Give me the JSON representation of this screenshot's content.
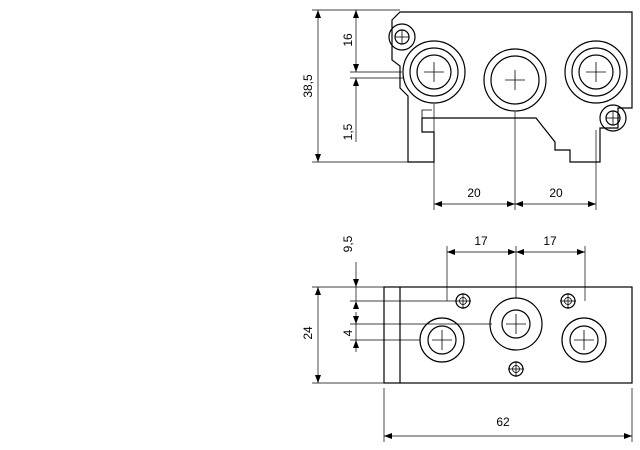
{
  "top_view": {
    "dim_overall_height": "38,5",
    "dim_upper": "16",
    "dim_lower": "1,5",
    "dim_pitch_left": "20",
    "dim_pitch_right": "20"
  },
  "bottom_view": {
    "dim_top_offset": "9,5",
    "dim_pitch_left": "17",
    "dim_pitch_right": "17",
    "dim_height": "24",
    "dim_hole_offset": "4",
    "dim_length": "62"
  }
}
